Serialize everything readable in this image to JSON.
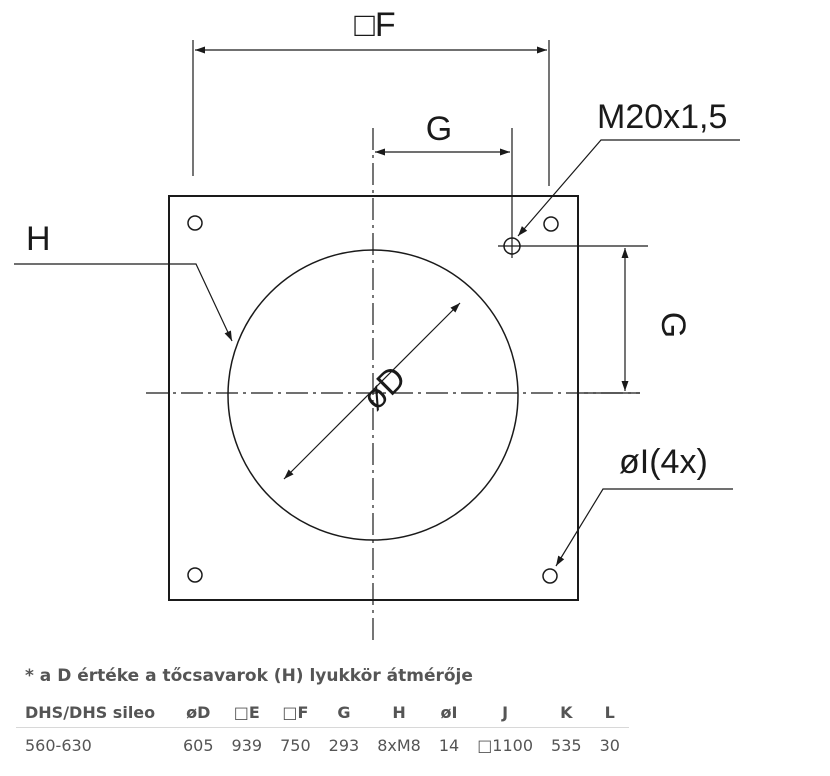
{
  "drawing": {
    "label_f": "□F",
    "label_g_top": "G",
    "label_g_side": "G",
    "label_m": "M20x1,5",
    "label_h": "H",
    "label_d": "øD",
    "label_i": "øI(4x)"
  },
  "note": "* a D értéke a tőcsavarok (H) lyukkör átmérője",
  "table": {
    "headers": [
      "DHS/DHS sileo",
      "øD",
      "□E",
      "□F",
      "G",
      "H",
      "øI",
      "J",
      "K",
      "L"
    ],
    "rows": [
      [
        "560-630",
        "605",
        "939",
        "750",
        "293",
        "8xM8",
        "14",
        "□1100",
        "535",
        "30"
      ]
    ]
  },
  "colors": {
    "line": "#1a1a1a",
    "text_gray": "#555555",
    "fill": "#ffffff"
  }
}
